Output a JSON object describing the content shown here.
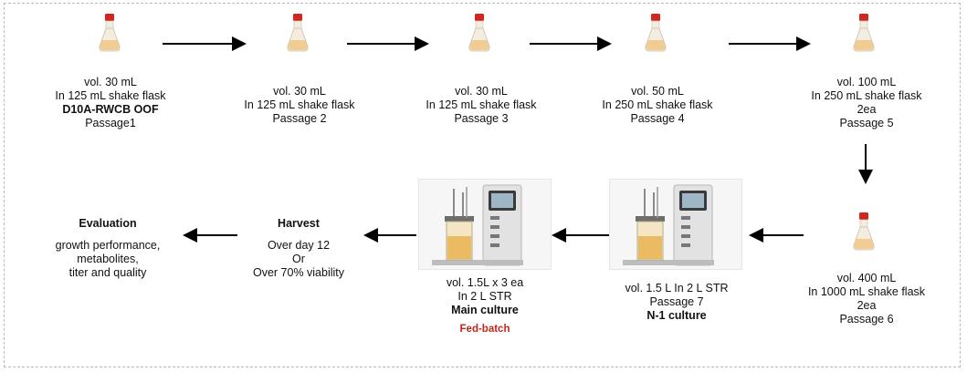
{
  "passages": [
    {
      "vol": "vol. 30 mL",
      "flask": "In 125 mL shake flask",
      "strain": "D10A-RWCB OOF",
      "passage": "Passage1"
    },
    {
      "vol": "vol. 30 mL",
      "flask": "In 125 mL shake flask",
      "passage": "Passage 2"
    },
    {
      "vol": "vol. 30 mL",
      "flask": "In 125 mL shake flask",
      "passage": "Passage 3"
    },
    {
      "vol": "vol. 50 mL",
      "flask": "In 250 mL shake flask",
      "passage": "Passage 4"
    },
    {
      "vol": "vol. 100 mL",
      "flask": "In 250 mL shake flask",
      "count": "2ea",
      "passage": "Passage 5"
    },
    {
      "vol": "vol. 400 mL",
      "flask": "In 1000 mL shake flask",
      "count": "2ea",
      "passage": "Passage 6"
    }
  ],
  "n1": {
    "line1": "vol. 1.5 L In 2 L STR",
    "passage": "Passage 7",
    "name": "N-1 culture"
  },
  "main": {
    "line1": "vol. 1.5L x 3 ea",
    "line2": "In 2 L STR",
    "name": "Main culture",
    "mode": "Fed-batch"
  },
  "harvest": {
    "title": "Harvest",
    "line1": "Over day 12",
    "line2": "Or",
    "line3": "Over 70% viability"
  },
  "evaluation": {
    "title": "Evaluation",
    "line1": "growth performance,",
    "line2": "metabolites,",
    "line3": "titer and quality"
  },
  "colors": {
    "cap": "#d3261d",
    "arrow": "#000000",
    "accent_red": "#c0281f",
    "medium": "#f0c27a"
  }
}
